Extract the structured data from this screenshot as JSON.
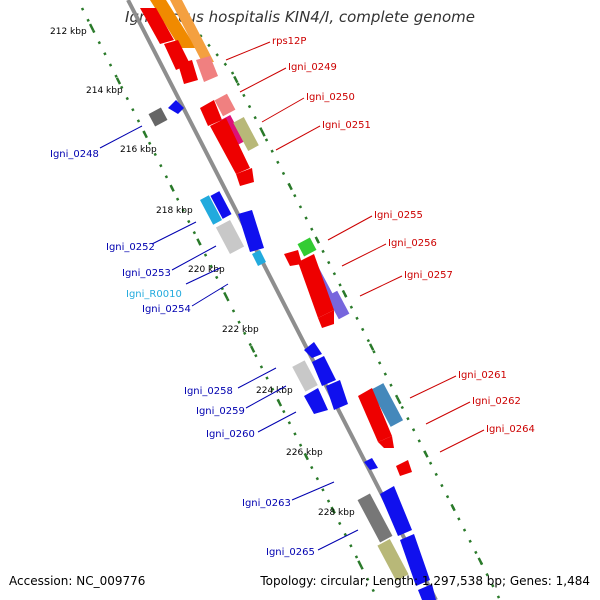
{
  "title": "Ignicoccus hospitalis KIN4/I, complete genome",
  "accession": "Accession: NC_009776",
  "topology": "Topology: circular; Length: 1,297,538 bp; Genes: 1,484",
  "colors": {
    "backbone": "#9a9a9a",
    "tick_track": "#2a7a2a",
    "forward_label": "#cc0000",
    "reverse_label": "#0000b0",
    "rna_label": "#22aadd"
  },
  "scale_ticks": [
    "212 kbp",
    "214 kbp",
    "216 kbp",
    "218 kbp",
    "220 kbp",
    "222 kbp",
    "224 kbp",
    "226 kbp",
    "228 kbp"
  ],
  "forward_labels": [
    "rps12P",
    "Igni_0249",
    "Igni_0250",
    "Igni_0251",
    "Igni_0255",
    "Igni_0256",
    "Igni_0257",
    "Igni_0261",
    "Igni_0262",
    "Igni_0264"
  ],
  "reverse_labels": [
    "Igni_0248",
    "Igni_0252",
    "Igni_0253",
    "Igni_R0010",
    "Igni_0254",
    "Igni_0258",
    "Igni_0259",
    "Igni_0260",
    "Igni_0263",
    "Igni_0265"
  ]
}
